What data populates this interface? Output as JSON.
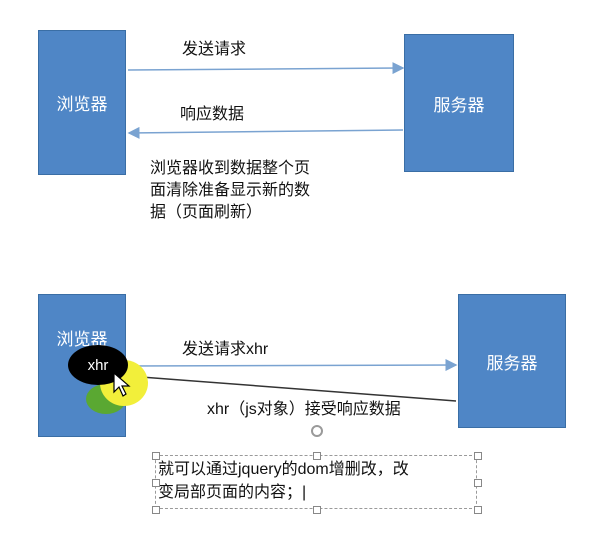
{
  "top": {
    "browser": "浏览器",
    "server": "服务器",
    "send_request": "发送请求",
    "response_data": "响应数据",
    "note_lines": [
      "浏览器收到数据整个页",
      "面清除准备显示新的数",
      "据（页面刷新）"
    ]
  },
  "bottom": {
    "browser": "浏览器",
    "server": "服务器",
    "send_request": "发送请求xhr",
    "xhr": "xhr",
    "xhr_receive": "xhr（js对象）接受响应数据",
    "textbox_lines": [
      "就可以通过jquery的dom增删改，改",
      "变局部页面的内容；|"
    ]
  },
  "colors": {
    "box_fill": "#4f86c6",
    "arrow": "#7aa3d1",
    "highlight": "#f2ef3a"
  }
}
